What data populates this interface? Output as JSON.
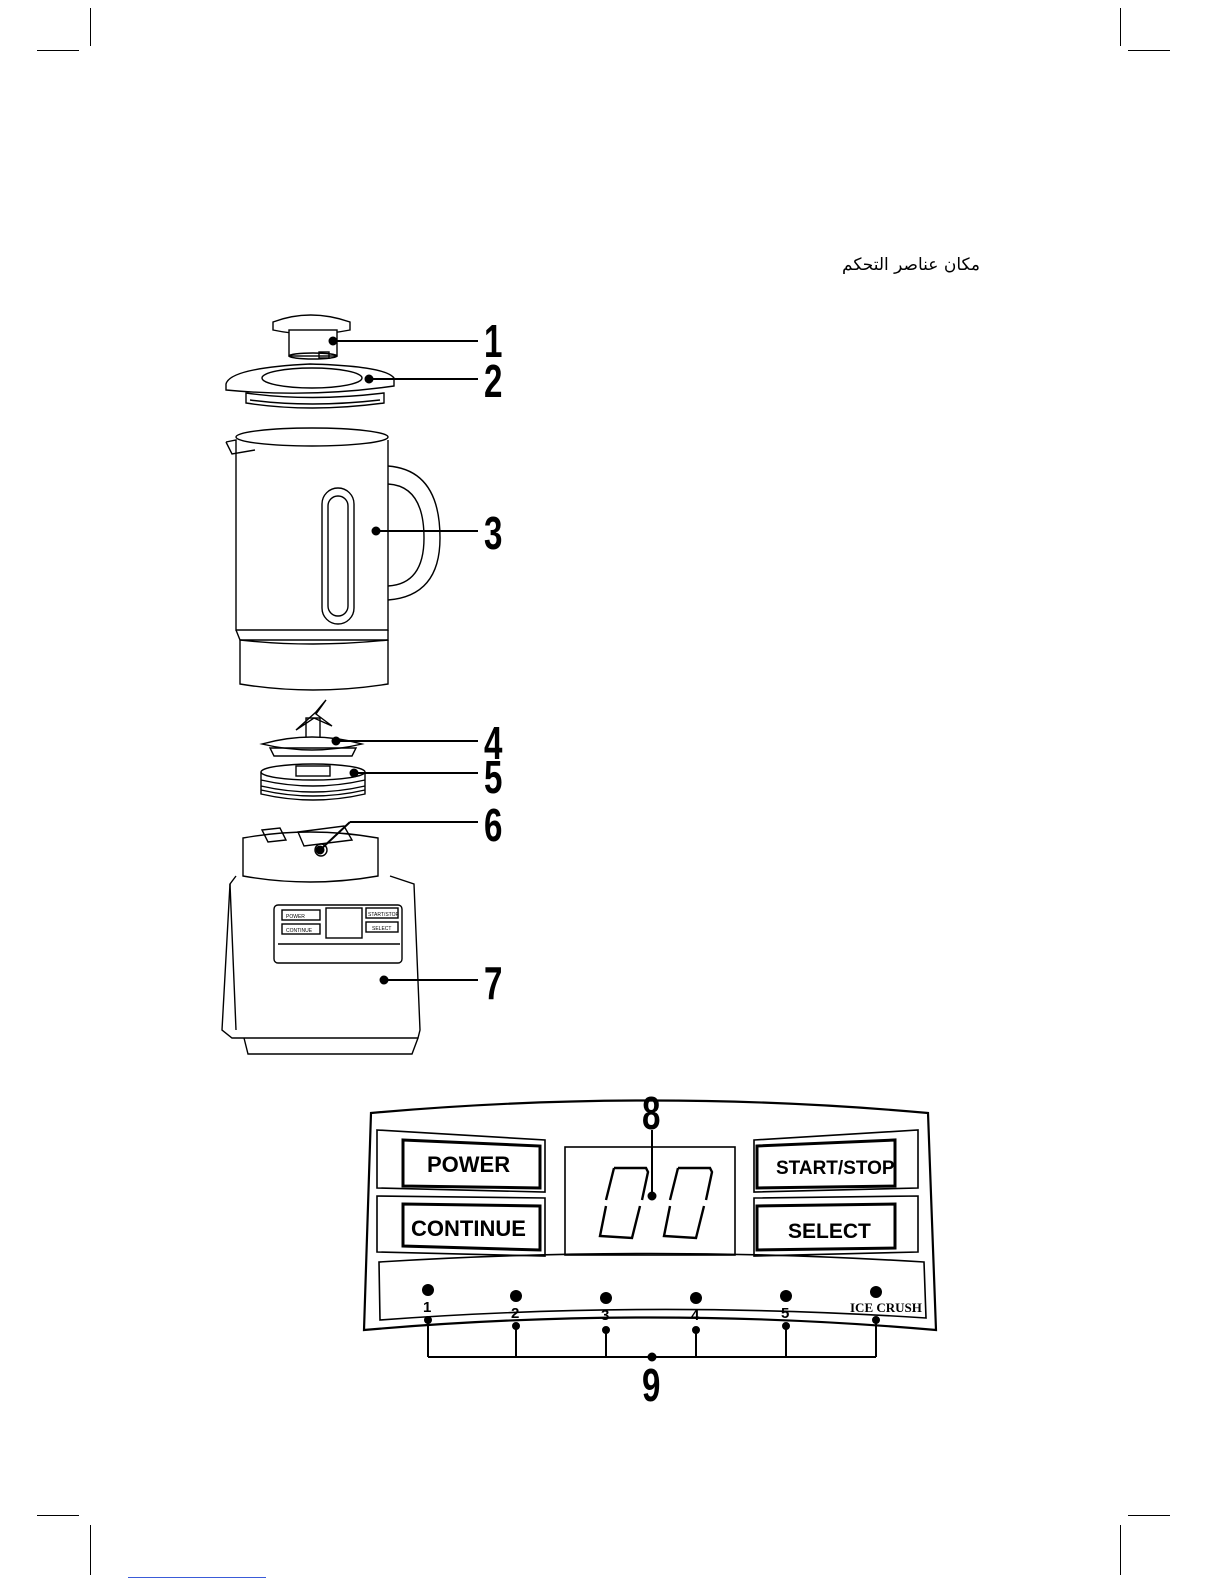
{
  "section_title": "مكان عناصر التحكم",
  "callouts": [
    "1",
    "2",
    "3",
    "4",
    "5",
    "6",
    "7",
    "8",
    "9"
  ],
  "panel": {
    "power_label": "POWER",
    "continue_label": "CONTINUE",
    "start_stop_label": "START/STOP",
    "select_label": "SELECT",
    "display_value": "00",
    "speed_labels": [
      "1",
      "2",
      "3",
      "4",
      "5",
      "ICE CRUSH"
    ]
  },
  "base_panel": {
    "power_label": "POWER",
    "continue_label": "CONTINUE",
    "start_stop_label": "START/STOP",
    "select_label": "SELECT"
  }
}
